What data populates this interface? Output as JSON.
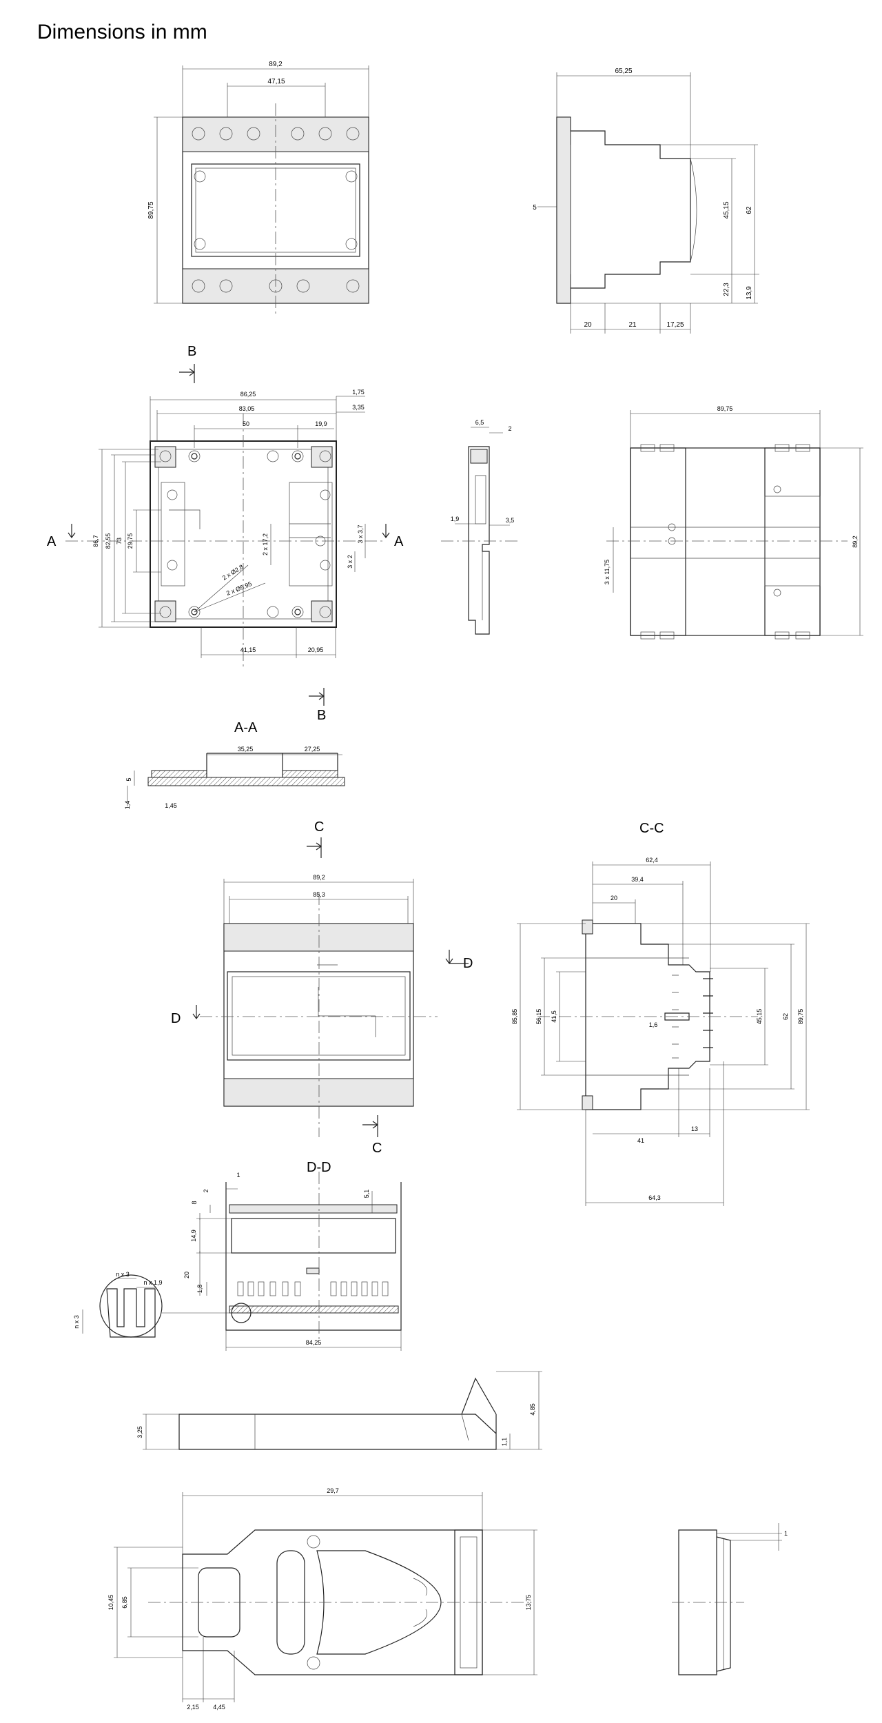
{
  "title": "Dimensions in mm",
  "sections": {
    "a": "A",
    "b": "B",
    "c": "C",
    "d": "D",
    "aa": "A-A",
    "cc": "C-C",
    "dd": "D-D"
  },
  "dims": {
    "front": {
      "w_total": "89,2",
      "w_inner": "47,15",
      "h_total": "89,75"
    },
    "side": {
      "w_total": "65,25",
      "h_62": "62",
      "h_45": "45,15",
      "h_22": "22,3",
      "h_13": "13,9",
      "d_20": "20",
      "d_21": "21",
      "d_17": "17,25",
      "d_5": "5"
    },
    "top": {
      "w_86": "86,25",
      "w_83": "83,05",
      "w_50": "50",
      "w_19": "19,9",
      "w_1_75": "1,75",
      "w_3_35": "3,35",
      "h_86": "86,7",
      "h_82": "82,55",
      "h_73": "73",
      "h_29": "29,75",
      "b_41": "41,15",
      "b_20": "20,95",
      "r1": "2 x Ø2,8",
      "r2": "2 x Ø5,95",
      "s1": "2 x 17,2",
      "s2": "3 x 3,7",
      "s3": "3 x 2"
    },
    "narrow": {
      "w_6_5": "6,5",
      "w_2": "2",
      "h_1_9": "1,9",
      "h_3_5": "3,5"
    },
    "bottom": {
      "w_89": "89,75",
      "h_89": "89,2",
      "h_3x": "3 x 11,75"
    },
    "aa": {
      "w_35": "35,25",
      "w_27": "27,25",
      "h_5": "5",
      "h_1_4": "1,4",
      "h_1_45": "1,45"
    },
    "mid": {
      "w_89": "89,2",
      "w_85": "85,3"
    },
    "cc": {
      "w_62": "62,4",
      "w_39": "39,4",
      "w_20": "20",
      "h_85": "85,85",
      "h_56": "56,15",
      "h_41": "41,5",
      "h_45": "45,15",
      "h_62": "62",
      "h_89": "89,75",
      "b_41": "41",
      "b_13": "13",
      "b_64": "64,3",
      "x_1_6": "1,6"
    },
    "dd": {
      "t_1": "1",
      "t_5_1": "5,1",
      "l_2": "2",
      "l_8": "8",
      "l_14": "14,9",
      "l_20": "20",
      "l_1_8": "1,8",
      "b_84": "84,25",
      "n3": "n x 3",
      "n19": "n x 1,9",
      "n3v": "n x 3"
    },
    "clip": {
      "h_3_25": "3,25",
      "h_4_85": "4,85",
      "h_1_1": "1,1"
    },
    "clipt": {
      "w_29": "29,7",
      "h_10": "10,45",
      "h_6": "6,85",
      "h_13": "13,75",
      "b_2": "2,15",
      "b_4": "4,45"
    },
    "small": {
      "t_1": "1"
    }
  }
}
